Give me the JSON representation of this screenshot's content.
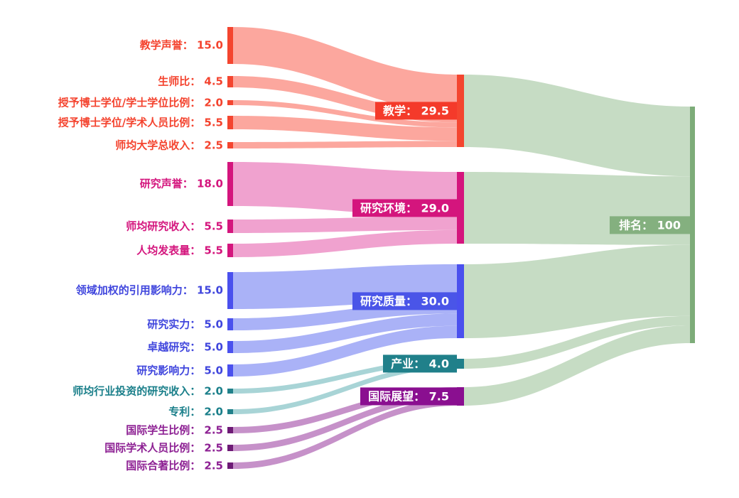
{
  "chart_data": {
    "type": "sankey",
    "description": "University ranking methodology sankey: indicator weights flow into five pillar categories which flow into the overall ranking score.",
    "colon": "：",
    "target": {
      "label": "排名",
      "value": 100,
      "value_display": "100",
      "bar_color": "#7dac79",
      "box_color": "#84b07f",
      "flow_color": "#c6dcc4",
      "text_color": "#ffffff"
    },
    "groups": [
      {
        "label": "教学",
        "value": 29.5,
        "value_display": "29.5",
        "bar_color": "#f4452f",
        "box_color": "#f43a2a",
        "flow_color": "#fca79e",
        "text_color": "#f4432e",
        "sources": [
          {
            "label": "教学声誉",
            "value": 15,
            "value_display": "15.0"
          },
          {
            "label": "生师比",
            "value": 4.5,
            "value_display": "4.5"
          },
          {
            "label": "授予博士学位/学士学位比例",
            "value": 2,
            "value_display": "2.0"
          },
          {
            "label": "授予博士学位/学术人员比例",
            "value": 5.5,
            "value_display": "5.5"
          },
          {
            "label": "师均大学总收入",
            "value": 2.5,
            "value_display": "2.5"
          }
        ]
      },
      {
        "label": "研究环境",
        "value": 29,
        "value_display": "29.0",
        "bar_color": "#d4157d",
        "box_color": "#d4157d",
        "flow_color": "#f0a2cf",
        "text_color": "#d4157d",
        "sources": [
          {
            "label": "研究声誉",
            "value": 18,
            "value_display": "18.0"
          },
          {
            "label": "师均研究收入",
            "value": 5.5,
            "value_display": "5.5"
          },
          {
            "label": "人均发表量",
            "value": 5.5,
            "value_display": "5.5"
          }
        ]
      },
      {
        "label": "研究质量",
        "value": 30,
        "value_display": "30.0",
        "bar_color": "#4a50ee",
        "box_color": "#4a55e8",
        "flow_color": "#aab2f7",
        "text_color": "#4046dd",
        "sources": [
          {
            "label": "领域加权的引用影响力",
            "value": 15,
            "value_display": "15.0"
          },
          {
            "label": "研究实力",
            "value": 5,
            "value_display": "5.0"
          },
          {
            "label": "卓越研究",
            "value": 5,
            "value_display": "5.0"
          },
          {
            "label": "研究影响力",
            "value": 5,
            "value_display": "5.0"
          }
        ]
      },
      {
        "label": "产业",
        "value": 4,
        "value_display": "4.0",
        "bar_color": "#20808a",
        "box_color": "#20808a",
        "flow_color": "#a8d4d6",
        "text_color": "#1a7f8a",
        "sources": [
          {
            "label": "师均行业投资的研究收入",
            "value": 2,
            "value_display": "2.0"
          },
          {
            "label": "专利",
            "value": 2,
            "value_display": "2.0"
          }
        ]
      },
      {
        "label": "国际展望",
        "value": 7.5,
        "value_display": "7.5",
        "bar_color": "#8a0f90",
        "box_color": "#8a0f90",
        "left_bar_color": "#6d1a75",
        "flow_color": "#c691c9",
        "text_color": "#8d2093",
        "sources": [
          {
            "label": "国际学生比例",
            "value": 2.5,
            "value_display": "2.5"
          },
          {
            "label": "国际学术人员比例",
            "value": 2.5,
            "value_display": "2.5"
          },
          {
            "label": "国际合著比例",
            "value": 2.5,
            "value_display": "2.5"
          }
        ]
      }
    ]
  }
}
